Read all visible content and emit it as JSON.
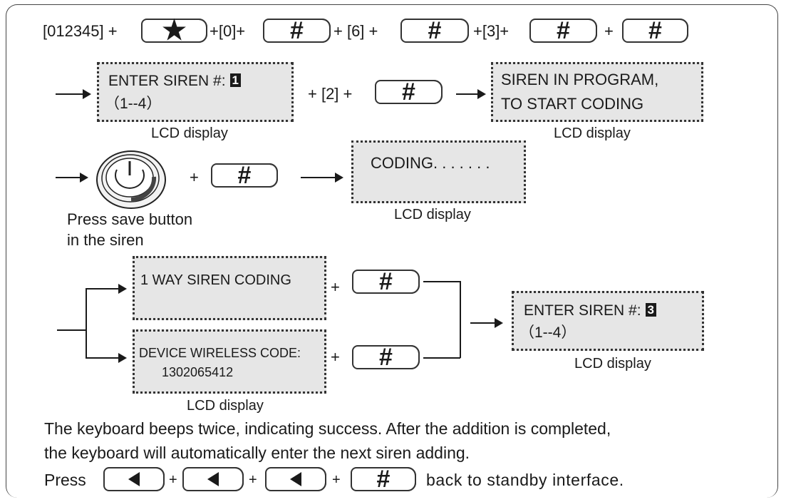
{
  "step1": {
    "code": "[012345] +",
    "plus_after_star": "+[0]+",
    "plus_after_hash1": "+ [6] +",
    "plus_after_hash2": "+[3]+",
    "plus_after_hash3": "+"
  },
  "keys": {
    "star": "★",
    "hash": "#"
  },
  "step2": {
    "lcd1_line1": "ENTER SIREN #:",
    "lcd1_badge": "1",
    "lcd1_line2": "（1--4）",
    "middle": "+ [2] +",
    "lcd2_line1": "SIREN IN PROGRAM,",
    "lcd2_line2": "TO START CODING"
  },
  "step3": {
    "plus": "+",
    "lcd_line1": "CODING. . . . . . .",
    "siren_caption_line1": "Press save button",
    "siren_caption_line2": "in the siren"
  },
  "step4": {
    "lcd_a_line1": "1 WAY SIREN CODING",
    "lcd_b_line1": "DEVICE WIRELESS CODE:",
    "lcd_b_line2": "1302065412",
    "plus": "+",
    "lcd_result_line1": "ENTER SIREN #:",
    "lcd_result_badge": "3",
    "lcd_result_line2": "（1--4）"
  },
  "lcd_caption": "LCD display",
  "footer": {
    "line1": "The keyboard beeps twice, indicating success. After the addition is completed,",
    "line2": "the keyboard will automatically enter the next siren adding.",
    "press": "Press",
    "plus": "+",
    "tail": "back to standby interface."
  },
  "icons": {
    "siren_button": "power-button-icon",
    "arrow": "right-arrow-icon",
    "back": "left-triangle-icon"
  }
}
